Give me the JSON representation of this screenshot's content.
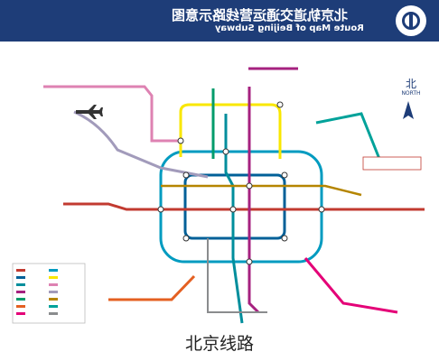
{
  "header": {
    "title_cn": "北京轨道交通运营线路示意图",
    "title_en": "Route Map of Beijing Subway"
  },
  "compass": {
    "label_cn": "北",
    "label_en": "NORTH"
  },
  "caption": "北京线路",
  "colors": {
    "banner": "#1e3d78",
    "line1": "#c23a30",
    "line2": "#006098",
    "line4": "#008e9c",
    "line5": "#a6217f",
    "line10": "#009bc0",
    "line13": "#f9e700",
    "line8": "#009b6b",
    "batong": "#c23a30",
    "changping": "#de82b2",
    "yizhuang": "#e40077",
    "fangshan": "#e46022",
    "airport": "#a29bbb",
    "daxing": "#008e9c"
  },
  "icons": [
    "airplane-icon",
    "north-arrow-icon",
    "subway-logo-icon"
  ]
}
